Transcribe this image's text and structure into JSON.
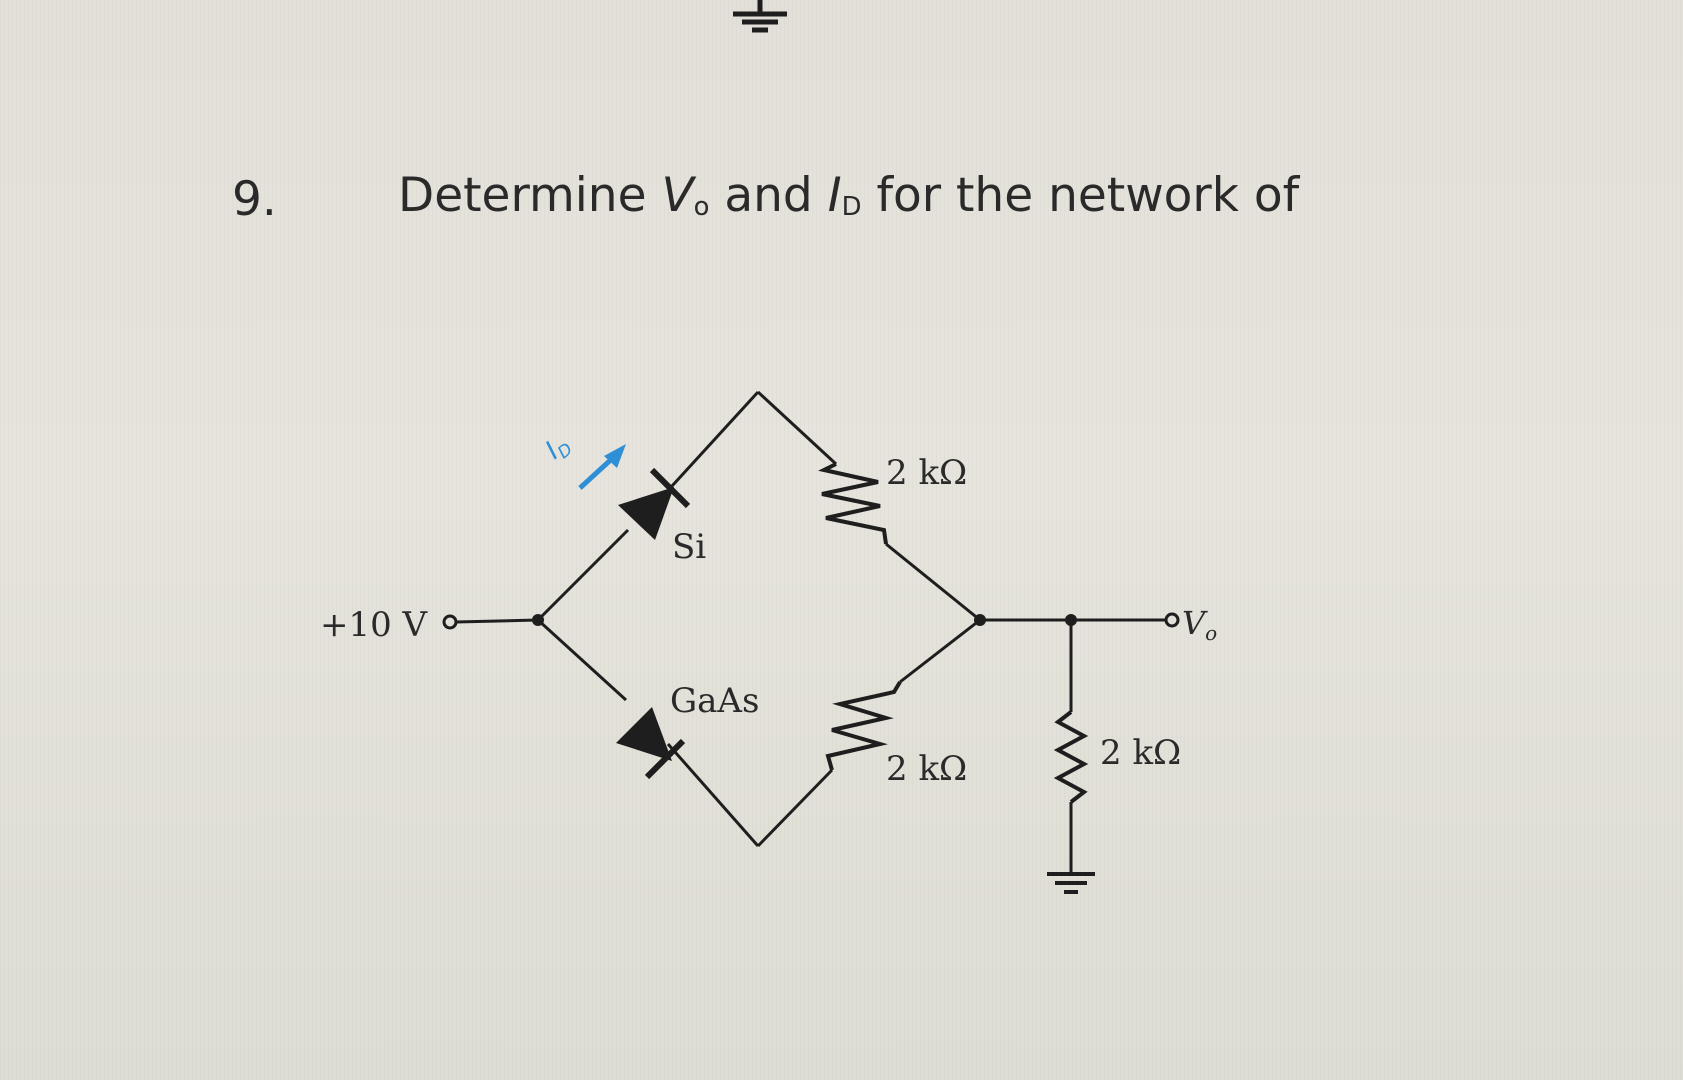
{
  "question": {
    "number": "9.",
    "text_prefix": "Determine ",
    "v_symbol": "V",
    "v_sub": "o",
    "mid_text": " and ",
    "i_symbol": "I",
    "i_sub": "D",
    "suffix_text": " for the network of"
  },
  "circuit": {
    "source_label": "+10 V",
    "current_label": "I",
    "current_sub": "D",
    "diode_top_label": "Si",
    "diode_bottom_label": "GaAs",
    "resistor_top_label": "2 kΩ",
    "resistor_bottom_label": "2 kΩ",
    "resistor_load_label": "2 kΩ",
    "output_label": "V",
    "output_sub": "o",
    "current_color": "#2f8fd6"
  }
}
